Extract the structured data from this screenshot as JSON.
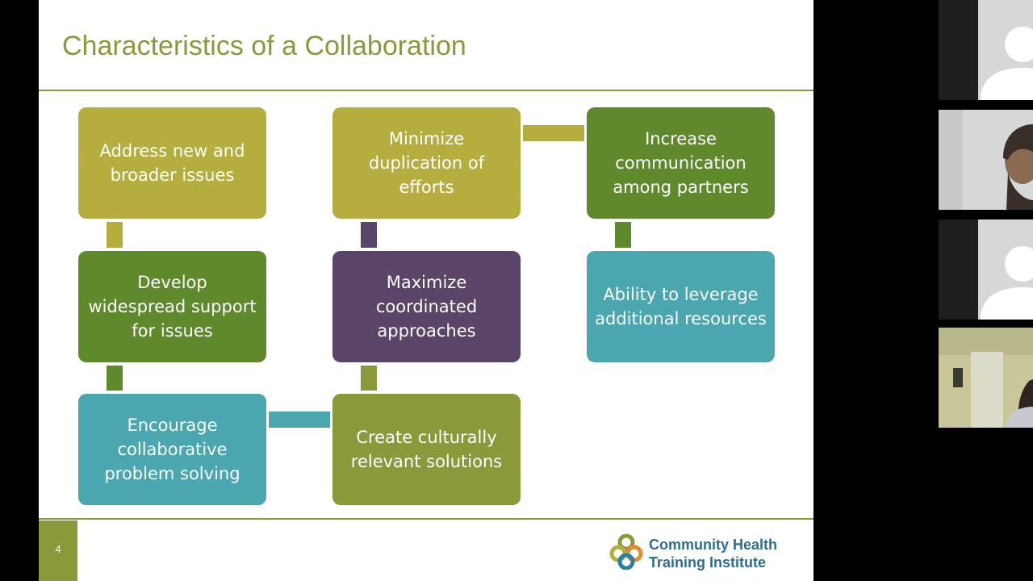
{
  "slide": {
    "title": "Characteristics of a Collaboration",
    "page_number": "4",
    "boxes": [
      {
        "id": "address",
        "text": "Address new and broader issues",
        "color": "#b5ae3f"
      },
      {
        "id": "minimize",
        "text": "Minimize duplication of efforts",
        "color": "#b5ae3f"
      },
      {
        "id": "increase",
        "text": "Increase communication among partners",
        "color": "#5f8a2c"
      },
      {
        "id": "develop",
        "text": "Develop widespread support for issues",
        "color": "#5f8a2c"
      },
      {
        "id": "maximize",
        "text": "Maximize coordinated approaches",
        "color": "#5a4568"
      },
      {
        "id": "leverage",
        "text": "Ability to leverage additional resources",
        "color": "#4aa7b0"
      },
      {
        "id": "encourage",
        "text": "Encourage collaborative problem solving",
        "color": "#4aa7b0"
      },
      {
        "id": "create",
        "text": "Create culturally relevant solutions",
        "color": "#8a9a3a"
      }
    ],
    "accent_color": "#8a9a3a",
    "logo": {
      "line1": "Community Health",
      "line2": "Training Institute",
      "text_color": "#2b6f8e"
    }
  },
  "participants": [
    {
      "type": "avatar",
      "icon": "person-silhouette-icon"
    },
    {
      "type": "video",
      "icon": "participant-video"
    },
    {
      "type": "avatar",
      "icon": "person-silhouette-icon"
    },
    {
      "type": "video",
      "icon": "participant-video"
    }
  ]
}
